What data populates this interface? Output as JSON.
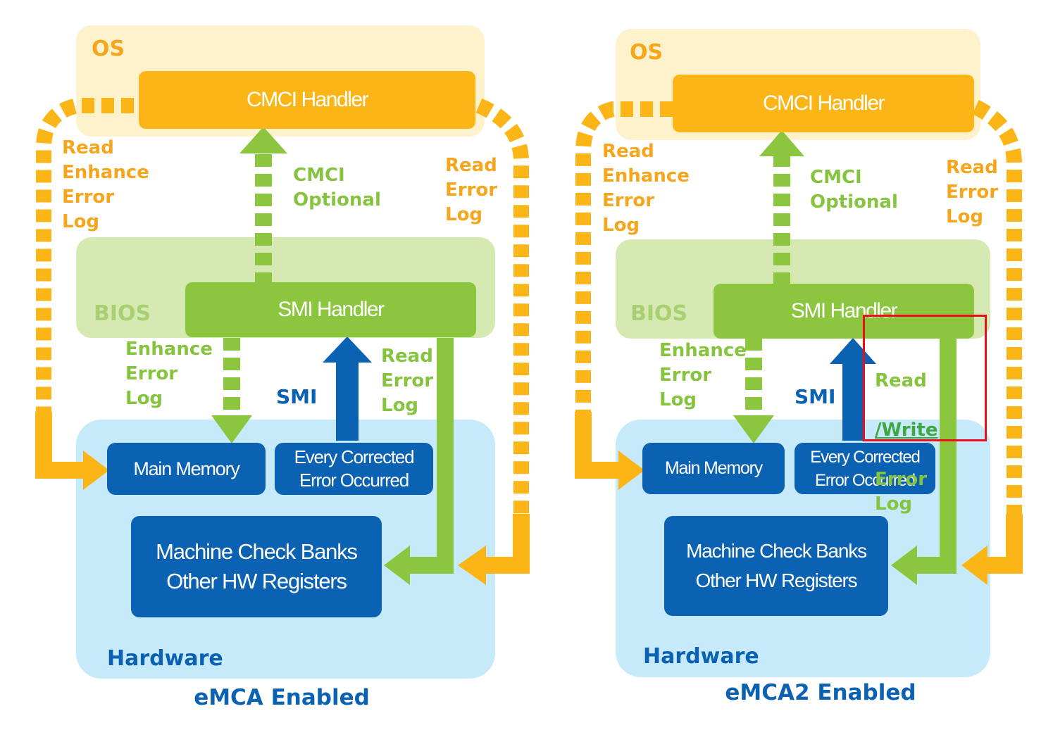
{
  "diagrams": [
    {
      "os_label": "OS",
      "cmci_handler": "CMCI  Handler",
      "bios_label": "BIOS",
      "smi_handler": "SMI Handler",
      "hardware_label": "Hardware",
      "main_memory": "Main Memory",
      "every_corrected": "Every Corrected\nError Occurred",
      "machine_check": "Machine Check Banks\nOther HW Registers",
      "read_enhance": "Read\nEnhance\nError\nLog",
      "cmci_optional": "CMCI\nOptional",
      "read_error_log_os": "Read\nError\nLog",
      "enhance_error_log": "Enhance\nError\nLog",
      "smi_label": "SMI",
      "read_error_log_bios": "Read\nError\nLog",
      "caption": "eMCA Enabled"
    },
    {
      "os_label": "OS",
      "cmci_handler": "CMCI  Handler",
      "bios_label": "BIOS",
      "smi_handler": "SMI Handler",
      "hardware_label": "Hardware",
      "main_memory": "Main Memory",
      "every_corrected": "Every Corrected\nError Occurred",
      "machine_check": "Machine Check Banks\nOther HW Registers",
      "read_enhance": "Read\nEnhance\nError\nLog",
      "cmci_optional": "CMCI\nOptional",
      "read_error_log_os": "Read\nError\nLog",
      "enhance_error_log": "Enhance\nError\nLog",
      "smi_label": "SMI",
      "read_write_read": "Read",
      "read_write_write": "/Write",
      "read_write_rest": "Error\nLog",
      "caption": "eMCA2 Enabled"
    }
  ],
  "colors": {
    "orange": "#fbb517",
    "green": "#8cc63f",
    "blue": "#0b62b3",
    "highlight": "#e8101a"
  }
}
